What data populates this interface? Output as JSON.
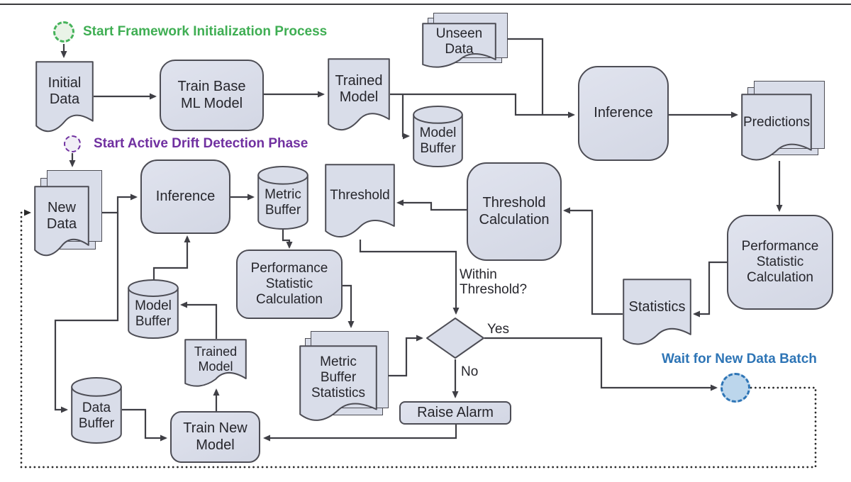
{
  "annotations": {
    "start_init": {
      "label": "Start Framework Initialization Process",
      "color": "#3fae53"
    },
    "start_drift": {
      "label": "Start Active Drift Detection Phase",
      "color": "#7030a0"
    },
    "wait": {
      "label": "Wait for New Data Batch",
      "color": "#2e75b6"
    }
  },
  "nodes": {
    "initial_data": {
      "shape": "document",
      "label": [
        "Initial",
        "Data"
      ]
    },
    "train_base": {
      "shape": "process",
      "label": [
        "Train Base",
        "ML Model"
      ]
    },
    "trained_model_1": {
      "shape": "document",
      "label": [
        "Trained",
        "Model"
      ]
    },
    "unseen_data": {
      "shape": "document-stack",
      "label": [
        "Unseen",
        "Data"
      ]
    },
    "model_buffer_1": {
      "shape": "cylinder",
      "label": [
        "Model",
        "Buffer"
      ]
    },
    "inference_1": {
      "shape": "process",
      "label": [
        "Inference"
      ]
    },
    "predictions": {
      "shape": "document-stack",
      "label": [
        "Predictions"
      ]
    },
    "new_data": {
      "shape": "document-stack",
      "label": [
        "New",
        "Data"
      ]
    },
    "inference_2": {
      "shape": "process",
      "label": [
        "Inference"
      ]
    },
    "metric_buffer": {
      "shape": "cylinder",
      "label": [
        "Metric",
        "Buffer"
      ]
    },
    "threshold": {
      "shape": "document",
      "label": [
        "Threshold"
      ]
    },
    "threshold_calculation": {
      "shape": "process",
      "label": [
        "Threshold",
        "Calculation"
      ]
    },
    "performance_stat_calc_1": {
      "shape": "process",
      "label": [
        "Performance",
        "Statistic",
        "Calculation"
      ]
    },
    "performance_stat_calc_2": {
      "shape": "process",
      "label": [
        "Performance",
        "Statistic",
        "Calculation"
      ]
    },
    "statistics": {
      "shape": "document",
      "label": [
        "Statistics"
      ]
    },
    "model_buffer_2": {
      "shape": "cylinder",
      "label": [
        "Model",
        "Buffer"
      ]
    },
    "trained_model_2": {
      "shape": "document",
      "label": [
        "Trained",
        "Model"
      ]
    },
    "data_buffer": {
      "shape": "cylinder",
      "label": [
        "Data",
        "Buffer"
      ]
    },
    "train_new_model": {
      "shape": "process",
      "label": [
        "Train New",
        "Model"
      ]
    },
    "metric_buffer_statistics": {
      "shape": "document-stack",
      "label": [
        "Metric",
        "Buffer",
        "Statistics"
      ]
    },
    "raise_alarm": {
      "shape": "process",
      "label": [
        "Raise Alarm"
      ]
    },
    "within_threshold_decision": {
      "shape": "diamond",
      "label": []
    }
  },
  "edge_labels": {
    "decision_question": [
      "Within",
      "Threshold?"
    ],
    "yes": "Yes",
    "no": "No"
  },
  "colors": {
    "shape_fill": "#d9dde9",
    "shape_border": "#4d4d55",
    "connector": "#3f3f45",
    "green_accent": "#3fae53",
    "purple_accent": "#7030a0",
    "blue_accent": "#2e75b6",
    "blue_circle_fill": "#bcd6ec"
  }
}
